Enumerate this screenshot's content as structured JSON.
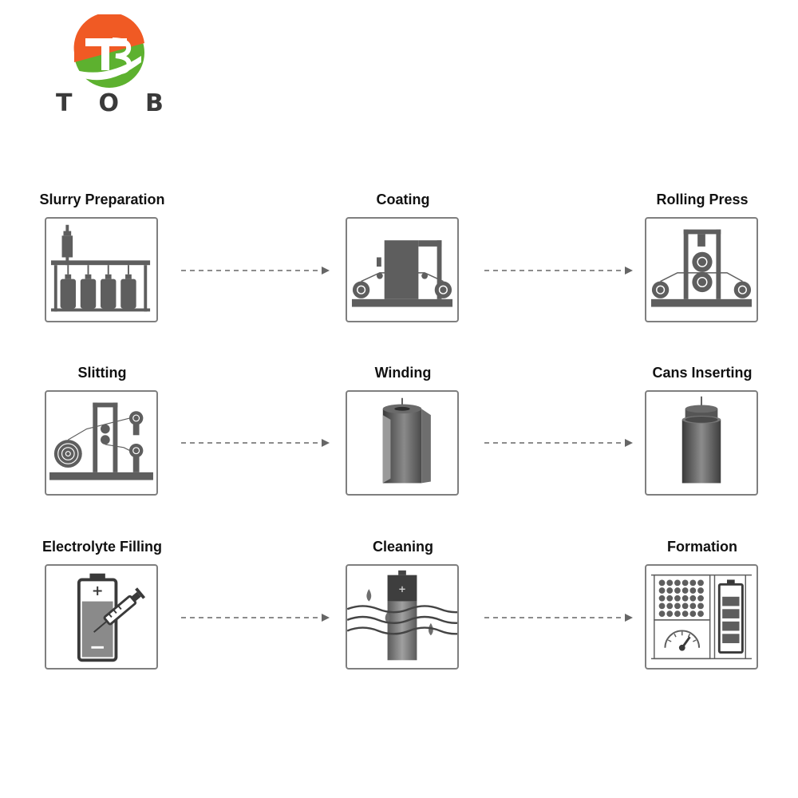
{
  "brand": {
    "name": "TOB",
    "colors": {
      "orange": "#f05a24",
      "green": "#5db12f",
      "text": "#3a3a3a"
    }
  },
  "process": {
    "steps": [
      {
        "id": "slurry-preparation",
        "label": "Slurry Preparation",
        "icon": "mixing-tanks-icon"
      },
      {
        "id": "coating",
        "label": "Coating",
        "icon": "coating-machine-icon"
      },
      {
        "id": "rolling-press",
        "label": "Rolling Press",
        "icon": "rolling-press-icon"
      },
      {
        "id": "slitting",
        "label": "Slitting",
        "icon": "slitting-machine-icon"
      },
      {
        "id": "winding",
        "label": "Winding",
        "icon": "wound-jelly-roll-icon"
      },
      {
        "id": "cans-inserting",
        "label": "Cans Inserting",
        "icon": "cylindrical-can-icon"
      },
      {
        "id": "electrolyte-filling",
        "label": "Electrolyte Filling",
        "icon": "battery-syringe-icon"
      },
      {
        "id": "cleaning",
        "label": "Cleaning",
        "icon": "battery-washing-icon"
      },
      {
        "id": "formation",
        "label": "Formation",
        "icon": "formation-cabinet-icon"
      }
    ],
    "arrow_color": "#666666",
    "icon_color": "#5e5e5e"
  }
}
